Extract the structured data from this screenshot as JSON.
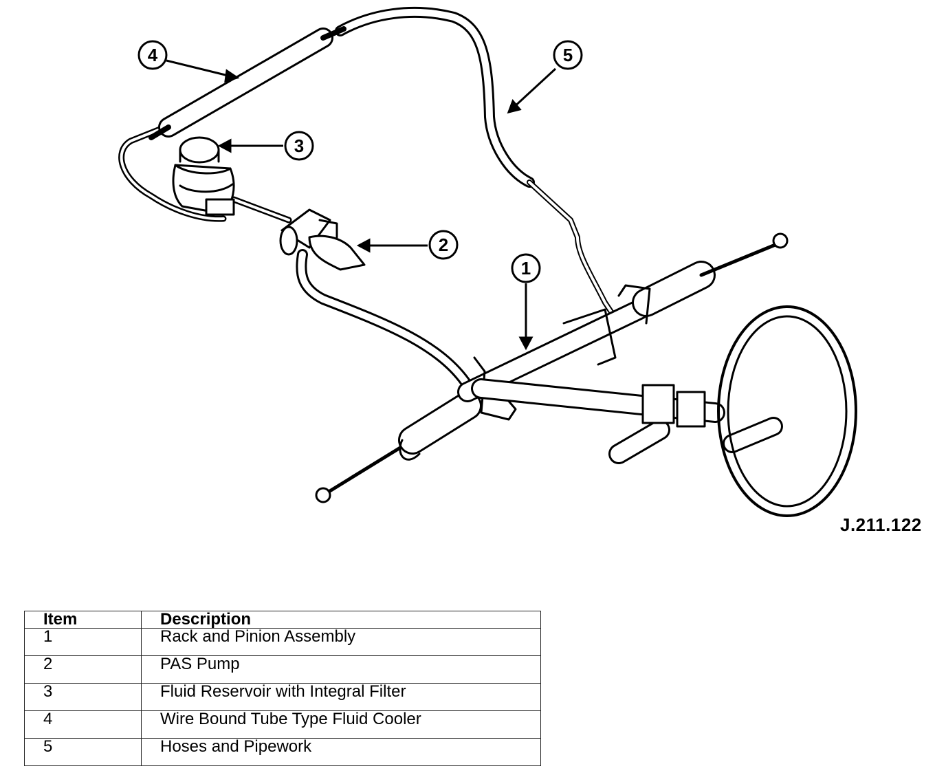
{
  "figure": {
    "reference": "J.211.122",
    "callouts": [
      "1",
      "2",
      "3",
      "4",
      "5"
    ]
  },
  "legend": {
    "header": {
      "item": "Item",
      "description": "Description"
    },
    "rows": [
      {
        "item": "1",
        "description": "Rack and Pinion Assembly"
      },
      {
        "item": "2",
        "description": "PAS Pump"
      },
      {
        "item": "3",
        "description": "Fluid Reservoir with Integral Filter"
      },
      {
        "item": "4",
        "description": "Wire Bound Tube Type Fluid Cooler"
      },
      {
        "item": "5",
        "description": "Hoses and Pipework"
      }
    ]
  }
}
